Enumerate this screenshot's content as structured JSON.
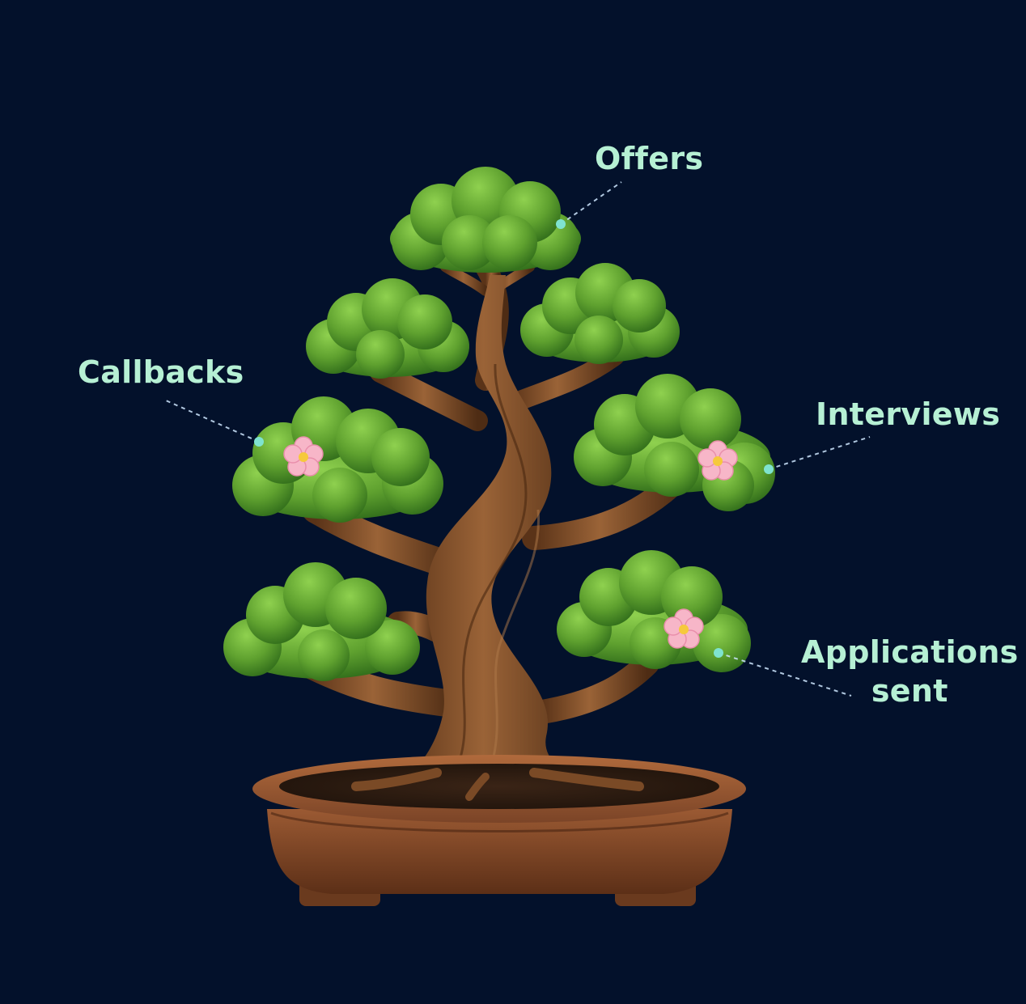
{
  "labels": {
    "offers": "Offers",
    "callbacks": "Callbacks",
    "interviews": "Interviews",
    "applications_line1": "Applications",
    "applications_line2": "sent"
  },
  "colors": {
    "background": "#03112b",
    "label_text": "#b6f0d4",
    "leader_dot": "#7fe3cf",
    "foliage": "#5fa12f",
    "trunk": "#7a4a26",
    "pot": "#7b4427",
    "blossom": "#f7b6c8"
  },
  "icons": [
    "bonsai-tree-illustration",
    "blossom-icon"
  ]
}
